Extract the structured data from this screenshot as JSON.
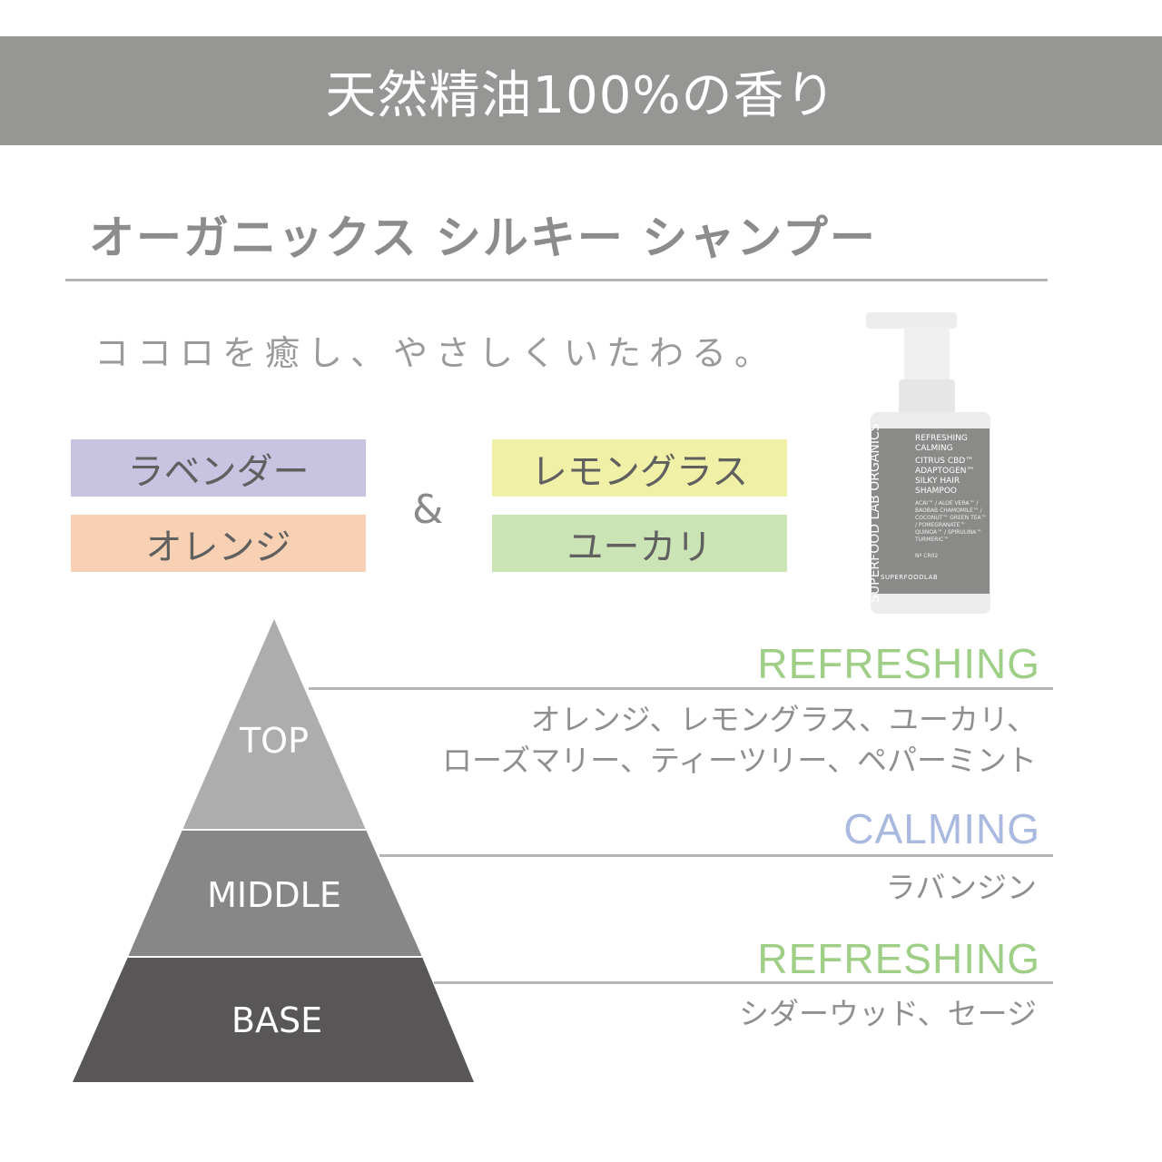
{
  "banner": {
    "title": "天然精油100%の香り"
  },
  "product": {
    "name": "オーガニックス シルキー シャンプー",
    "tagline": "ココロを癒し、やさしくいたわる。"
  },
  "scents": {
    "left": [
      {
        "label": "ラベンダー",
        "color": "#c8c3e1"
      },
      {
        "label": "オレンジ",
        "color": "#f8d1b4"
      }
    ],
    "right": [
      {
        "label": "レモングラス",
        "color": "#f0f1a6"
      },
      {
        "label": "ユーカリ",
        "color": "#cbe4b5"
      }
    ],
    "connector": "&"
  },
  "bottle_label": {
    "brand": "SUPERFOOD LAB ORGANICS",
    "line1": "REFRESHING",
    "line2": "CALMING",
    "line3": "CITRUS CBD™",
    "line4": "ADAPTOGEN™",
    "line5": "SILKY HAIR",
    "line6": "SHAMPOO",
    "ingredients": "ACAI™ / ALOE VERA™ / BAOBAB CHAMOMILE™ / COCONUT™ GREEN TEA™ / POMEGRANATE™ QUINOA™ / SPIRULINA™ TURMERIC™",
    "code": "Nº CR02",
    "footer": "SUPERFOODLAB"
  },
  "pyramid": {
    "tiers": [
      {
        "label": "TOP",
        "color": "#adadad"
      },
      {
        "label": "MIDDLE",
        "color": "#878787"
      },
      {
        "label": "BASE",
        "color": "#585657"
      }
    ]
  },
  "notes": [
    {
      "heading": "REFRESHING",
      "color": "#9fcf86",
      "lines": [
        "オレンジ、レモングラス、ユーカリ、",
        "ローズマリー、ティーツリー、ペパーミント"
      ]
    },
    {
      "heading": "CALMING",
      "color": "#a9b9df",
      "lines": [
        "ラバンジン"
      ]
    },
    {
      "heading": "REFRESHING",
      "color": "#9fcf86",
      "lines": [
        "シダーウッド、セージ"
      ]
    }
  ]
}
